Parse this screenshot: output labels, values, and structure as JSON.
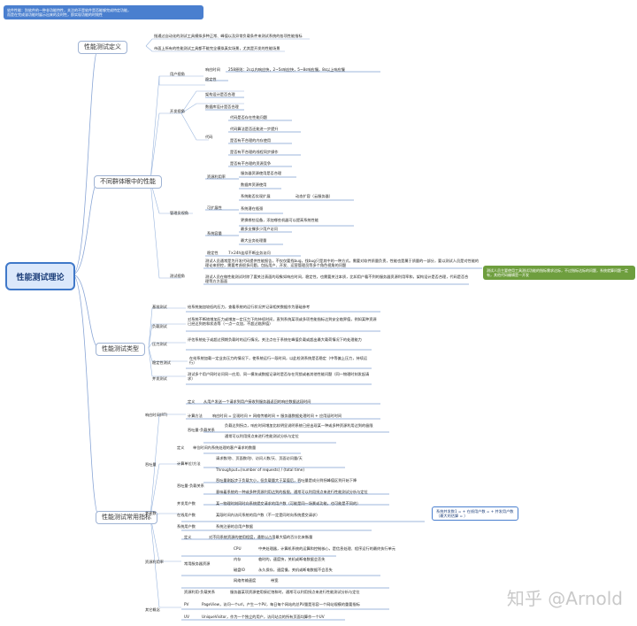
{
  "root": "性能测试理论",
  "callout_top": {
    "line1": "软件性能：别软件的一种非功能特性，关注的不是软件是否能够完成特定功能，",
    "line2": "而是在完成该功能时展示出来的及时性，即实现功能的时效性"
  },
  "callout_right": "测试人员主要使用工具测试功能的指标需求达标，不过指标达标的问题，系统就算问题一定有，其他代码编辑是一开发",
  "callout_cluster": {
    "line1": "系统并发数1 = + 在线用户数 = + 并发用户数",
    "line2": "（最大的估算 = ）"
  },
  "branches": {
    "b1": "性能测试定义",
    "b2": "不同群体眼中的性能",
    "b3": "性能测试类型",
    "b4": "性能测试常用指标"
  },
  "def_lines": [
    "指通过自动化的测试工具模拟多种正常、峰值以及异常负载条件来测试系统的各项性能指标",
    "市面上所有的性能测试工具都不能完全模拟真实场景，尤其是开发的性能场景"
  ],
  "users": {
    "label": "用户视角",
    "response": "响应时间",
    "response_detail": "258原则：2s以内响应快，2~5s响应快，5~8s响应慢，8s以上响应慢",
    "stability": "稳定性"
  },
  "dev": {
    "label": "开发视角",
    "arch": "架构设计是否合理",
    "db": "数据库设计是否合理",
    "code": "代码",
    "code_items": [
      "代码是否存在性能问题",
      "代码算法是否还能进一步提升",
      "是否有不合理的内存使用",
      "是否有不合理的线程同步操作",
      "是否有不合理的资源竞争"
    ]
  },
  "ops": {
    "label": "管理员视角",
    "resource": "资源利用率",
    "resource_items": [
      "服务器资源使用是否合理",
      "数据库资源使用",
      "系统能否实现扩展"
    ],
    "resource_ext": "动态扩容（云服务器）",
    "scalable": "可扩展性",
    "scalable_items": [
      "系统潜在瓶颈",
      "更换哪些设备，添加哪些机器可以提高系统性能"
    ],
    "capacity": "系统容量",
    "capacity_items": [
      "最多支撑多少用户访问",
      "最大业务处理量"
    ],
    "stable": "稳定性",
    "stable_detail": "7×24h连续不断业务访问"
  },
  "tester": {
    "label": "测试视角",
    "text1": "测试人员通常是为开发代码提供性能报告，不仅仅要找bug，找bug只是其中的一种方式，需要对软件质量负责，性能也是属于质量的一部分，要以测试人员是对性能的理论来把控，需要考虑很多问题，包括用户、开发、运营管理员等多个角色视角的问题",
    "text2": "测试人员在做性能测试时除了要关注表面的现象如响应时间，稳定性，也需要关注本质，比如用户看不到的服务器资源利用率和，架构设计是否合理，代码是否合理等方方面面"
  },
  "types": [
    {
      "label": "基准测试",
      "desc": "给系统施加较低的压力，查看系统的运行状况并记录相关数据作为基础参考"
    },
    {
      "label": "负载测试",
      "desc1": "对系统不断地增加压力或增加一定压力下的持续时间，直到系统某项或多项性能指标达到安全临界值，例如某种资源已经达到饱和状态等（一点一点加，不超过临界值）"
    },
    {
      "label": "压力测试",
      "desc1": "评估系统处于或超过预期负载时的运行情况，关注点在于系统在峰值负载或超出最大载荷情况下的处理能力"
    },
    {
      "label": "稳定性测试",
      "desc1": "在给系统加载一定业务压力的情况下，使系统运行一段时间，以此检测系统是否稳定（中等偏上压力，持续运行）"
    },
    {
      "label": "并发测试",
      "desc1": "测试多个用户同时访问同一应用、同一模块或数据记录时是否存在死锁或者其他性能问题（同一物理时刻发起请求）"
    }
  ],
  "metrics": {
    "rt": {
      "label": "响应时间(RT)",
      "def_label": "定义",
      "def": "从用户发送一个请求到用户接收到服务器返回的响应数据这段时间",
      "calc_label": "计算方法",
      "calc": "响应时间 = 呈现时间 + 网络传输时间 + 服务器数据处理时间 + 应用延时时间",
      "load_label": "吞吐量-负载关系",
      "load1": "负载达到拐点，响应时间增加比较明显说明系统已经出现某一种或多种资源利用达到的极限",
      "load2": "通常可以利用拐点来进行性能测试分析与定位"
    },
    "tp": {
      "label": "吞吐量",
      "def_label": "定义",
      "def": "单位时间内系统处理的客户请求的数量",
      "unit_label": "计算单位/方法",
      "unit1": "请求数/秒、页面数/秒、访问人数/天、页面访问量/天",
      "unit2": "Throughput=(number of requests) / (total time)",
      "load_label": "吞吐量-负载关系",
      "load1": "吞吐量刚起步于负载大小，但负载量大于某值后，吞吐量是成分到拐峰值区到开始下降",
      "load2": "意味着系统的一种或多种资源利用达到的极限，通常可以利用拐点来进行性能测试分析与定位"
    },
    "cc": {
      "label": "并发数",
      "items": [
        {
          "label": "并发用户数",
          "desc": "某一物理时刻同时向系统提交请求的用户数（可能是同一场景或功能，也可能是不同的）"
        },
        {
          "label": "在线用户数",
          "desc": "某段时间内访问系统的用户数（不一定是同时向系统提交请求）"
        },
        {
          "label": "系统用户数",
          "desc": "系统注册的总用户数据"
        }
      ]
    },
    "ru": {
      "label": "资源利用率",
      "def_label": "定义",
      "def": "对不同系统资源的使用程度，通常以占用最大值的百分比来衡量",
      "server_label": "常用服务器资源",
      "server_items": [
        {
          "label": "CPU",
          "desc": "中央处理器，计算机系统的运算和控制核心，是信息处理、程序运行的最终执行单元"
        },
        {
          "label": "内存",
          "desc": "临时的，速度快，关机或断电数据会丢失"
        },
        {
          "label": "磁盘IO",
          "desc": "永久保存，速度慢，关机或断电数据不会丢失"
        },
        {
          "label": "网络传输速度",
          "desc": "带宽"
        }
      ],
      "load_label": "资源利用-负载关系",
      "load": "服务器某项资源使用接近饱和时，通常可以利用拐点来进行性能测试分析与定位"
    },
    "other": {
      "label": "其它概念",
      "pv_label": "PV",
      "pv": "PageView，访问一个url，产生一个PV，每日每个网站的总PV量是形容一个网站规模的重要指标",
      "uv_label": "UV",
      "uv": "UniqueVisitor，作为一个独立的用户，访问站点的所有页面均算作一个UV"
    }
  },
  "watermark": "知乎 @Arnold"
}
